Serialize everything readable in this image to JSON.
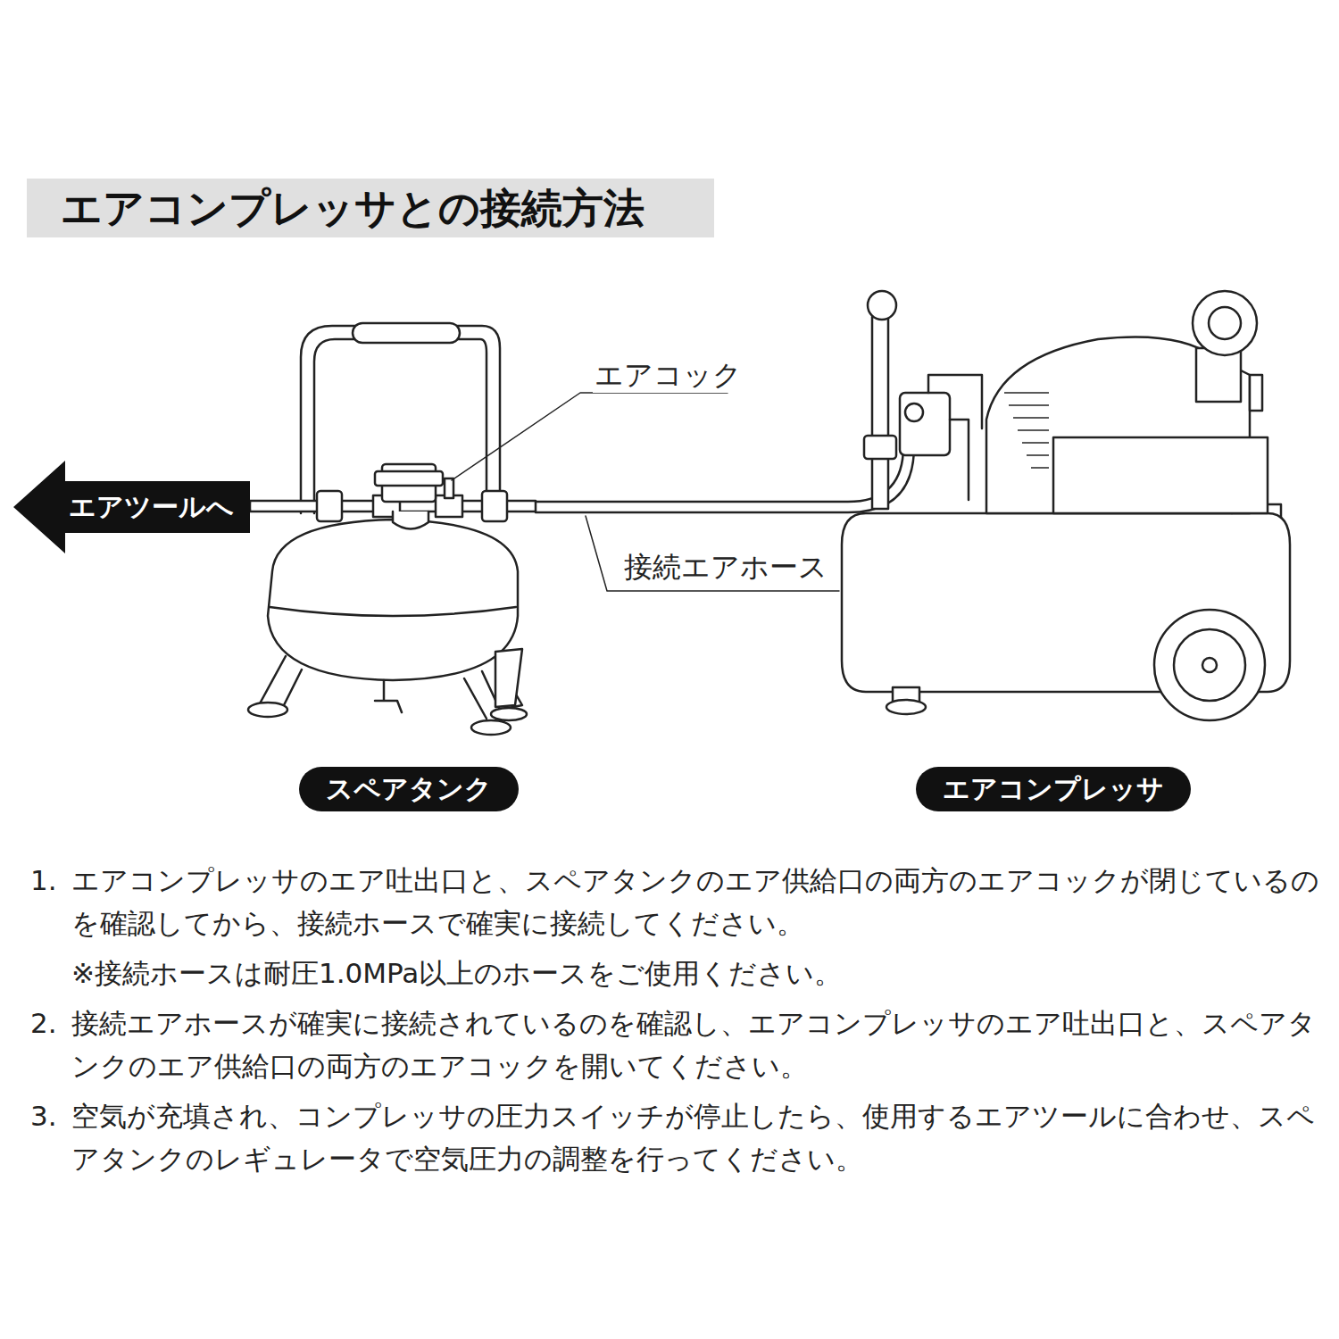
{
  "diagram": {
    "title": "エアコンプレッサとの接続方法",
    "nodes": [
      {
        "text": [
          "エアツールへ"
        ]
      },
      {
        "text": [
          "スペアタンク"
        ]
      },
      {
        "text": [
          "エアコンプレッサ"
        ]
      }
    ],
    "labels": [
      "エアコック",
      "接続エアホース",
      "1.",
      "エアコンプレッサのエア吐出口と、スペアタンクのエア供給口の両方のエアコックが閉じているのを確認してから、接続ホースで確実に接続してください。",
      "※接続ホースは耐圧1.0MPa以上のホースをご使用ください。",
      "2.",
      "接続エアホースが確実に接続されているのを確認し、エアコンプレッサのエア吐出口と、スペアタンクのエア供給口の両方のエアコックを開いてください。",
      "3.",
      "空気が充填され、コンプレッサの圧力スイッチが停止したら、使用するエアツールに合わせ、スペアタンクのレギュレータで空気圧力の調整を行ってください。"
    ]
  }
}
